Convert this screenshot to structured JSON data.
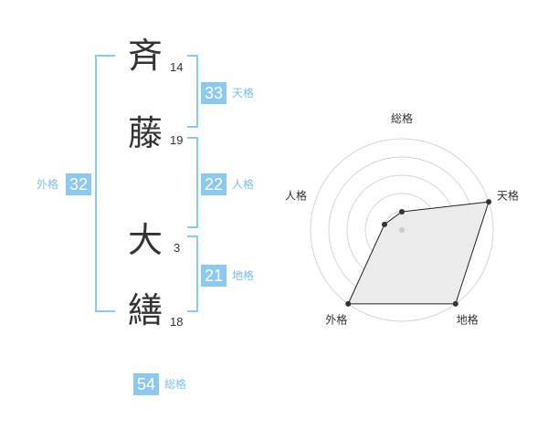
{
  "name": {
    "chars": [
      {
        "kanji": "斉",
        "strokes": "14"
      },
      {
        "kanji": "藤",
        "strokes": "19"
      },
      {
        "kanji": "大",
        "strokes": "3"
      },
      {
        "kanji": "繕",
        "strokes": "18"
      }
    ]
  },
  "grades": {
    "tenkaku": {
      "value": "33",
      "label": "天格"
    },
    "jinkaku": {
      "value": "22",
      "label": "人格"
    },
    "chikaku": {
      "value": "21",
      "label": "地格"
    },
    "gaikaku": {
      "value": "32",
      "label": "外格"
    },
    "soukaku": {
      "value": "54",
      "label": "総格"
    }
  },
  "chart_data": {
    "type": "radar",
    "axes": [
      "総格",
      "天格",
      "地格",
      "外格",
      "人格"
    ],
    "values": [
      1,
      5,
      5,
      5,
      1
    ],
    "max": 5,
    "rings": 5
  },
  "colors": {
    "accent": "#8cc8f0",
    "accent_text": "#7cc0ec",
    "text": "#333333",
    "ring": "#d5d5d5",
    "fill": "#ebebeb"
  }
}
